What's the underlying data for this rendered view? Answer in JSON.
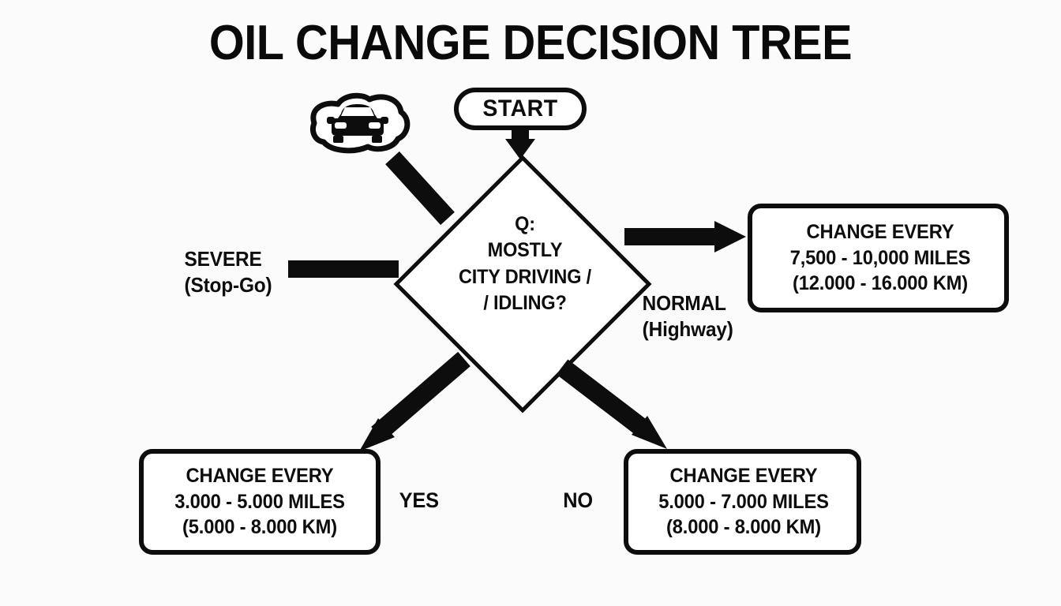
{
  "page": {
    "title": "OIL CHANGE DECISION TREE",
    "background_color": "#fbfbfc",
    "ink_color": "#0d0d0d"
  },
  "nodes": {
    "start": {
      "label": "START",
      "shape": "stadium"
    },
    "car_icon": {
      "icon": "car-front-icon",
      "shape": "blob-outline"
    },
    "decision": {
      "shape": "diamond",
      "lines": [
        "Q:",
        "MOSTLY",
        "CITY DRIVING /",
        "/ IDLING?"
      ]
    },
    "result_normal": {
      "shape": "rounded-rect",
      "lines": [
        "CHANGE EVERY",
        "7,500 - 10,000 MILES",
        "(12.000 - 16.000 KM)"
      ]
    },
    "result_yes": {
      "shape": "rounded-rect",
      "lines": [
        "CHANGE EVERY",
        "3.000 - 5.000 MILES",
        "(5.000 - 8.000 KM)"
      ]
    },
    "result_no": {
      "shape": "rounded-rect",
      "lines": [
        "CHANGE EVERY",
        "5.000 - 7.000 MILES",
        "(8.000 - 8.000 KM)"
      ]
    }
  },
  "edge_labels": {
    "severe": {
      "line1": "SEVERE",
      "line2": "(Stop-Go)"
    },
    "normal": {
      "line1": "NORMAL",
      "line2": "(Highway)"
    },
    "yes": "YES",
    "no": "NO"
  },
  "chart_data": {
    "type": "diagram",
    "title": "OIL CHANGE DECISION TREE",
    "nodes": [
      {
        "id": "start",
        "kind": "terminator",
        "text": "START"
      },
      {
        "id": "car",
        "kind": "icon",
        "text": "car-front-icon"
      },
      {
        "id": "decision",
        "kind": "decision",
        "text": "Q: MOSTLY CITY DRIVING / IDLING?"
      },
      {
        "id": "normal_result",
        "kind": "process",
        "text": "CHANGE EVERY 7,500 - 10,000 MILES (12.000 - 16.000 KM)"
      },
      {
        "id": "yes_result",
        "kind": "process",
        "text": "CHANGE EVERY 3.000 - 5.000 MILES (5.000 - 8.000 KM)"
      },
      {
        "id": "no_result",
        "kind": "process",
        "text": "CHANGE EVERY 5.000 - 7.000 MILES (8.000 - 8.000 KM)"
      }
    ],
    "edges": [
      {
        "from": "start",
        "to": "decision",
        "label": "",
        "arrow": true
      },
      {
        "from": "car",
        "to": "decision",
        "label": "",
        "arrow": false
      },
      {
        "from": "severe-label",
        "to": "decision",
        "label": "SEVERE (Stop-Go)",
        "arrow": false
      },
      {
        "from": "decision",
        "to": "normal_result",
        "label": "NORMAL (Highway)",
        "arrow": true
      },
      {
        "from": "decision",
        "to": "yes_result",
        "label": "YES",
        "arrow": true
      },
      {
        "from": "decision",
        "to": "no_result",
        "label": "NO",
        "arrow": true
      }
    ]
  }
}
